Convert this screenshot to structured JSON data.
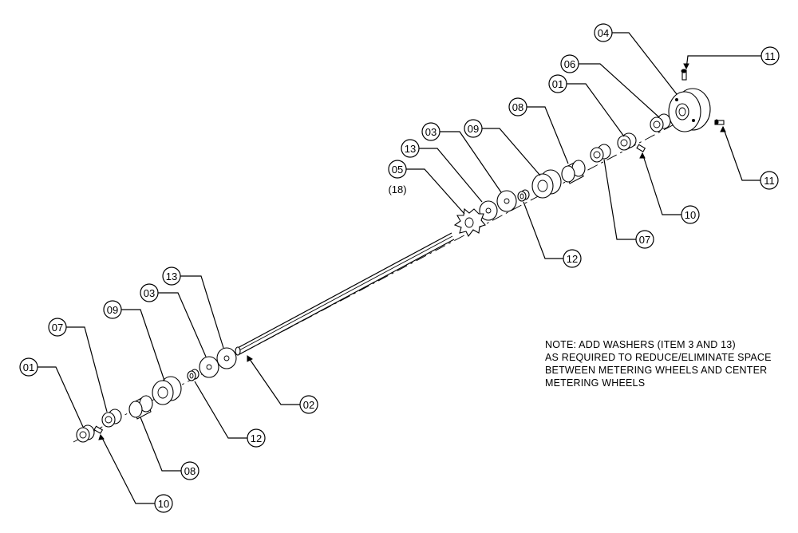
{
  "callouts": [
    {
      "id": "c-04",
      "label": "04"
    },
    {
      "id": "c-11a",
      "label": "11"
    },
    {
      "id": "c-06",
      "label": "06"
    },
    {
      "id": "c-01r",
      "label": "01"
    },
    {
      "id": "c-08r",
      "label": "08"
    },
    {
      "id": "c-03r",
      "label": "03"
    },
    {
      "id": "c-09r",
      "label": "09"
    },
    {
      "id": "c-13r",
      "label": "13"
    },
    {
      "id": "c-05",
      "label": "05"
    },
    {
      "id": "c-11b",
      "label": "11"
    },
    {
      "id": "c-10r",
      "label": "10"
    },
    {
      "id": "c-07r",
      "label": "07"
    },
    {
      "id": "c-12r",
      "label": "12"
    },
    {
      "id": "c-13l",
      "label": "13"
    },
    {
      "id": "c-03l",
      "label": "03"
    },
    {
      "id": "c-09l",
      "label": "09"
    },
    {
      "id": "c-07l",
      "label": "07"
    },
    {
      "id": "c-01l",
      "label": "01"
    },
    {
      "id": "c-02",
      "label": "02"
    },
    {
      "id": "c-12l",
      "label": "12"
    },
    {
      "id": "c-08l",
      "label": "08"
    },
    {
      "id": "c-10l",
      "label": "10"
    }
  ],
  "quantity_label": "(18)",
  "note": {
    "lines": [
      "NOTE: ADD WASHERS (ITEM 3 AND 13)",
      "AS REQUIRED TO REDUCE/ELIMINATE SPACE",
      "BETWEEN METERING WHEELS AND CENTER",
      "METERING WHEELS"
    ]
  }
}
